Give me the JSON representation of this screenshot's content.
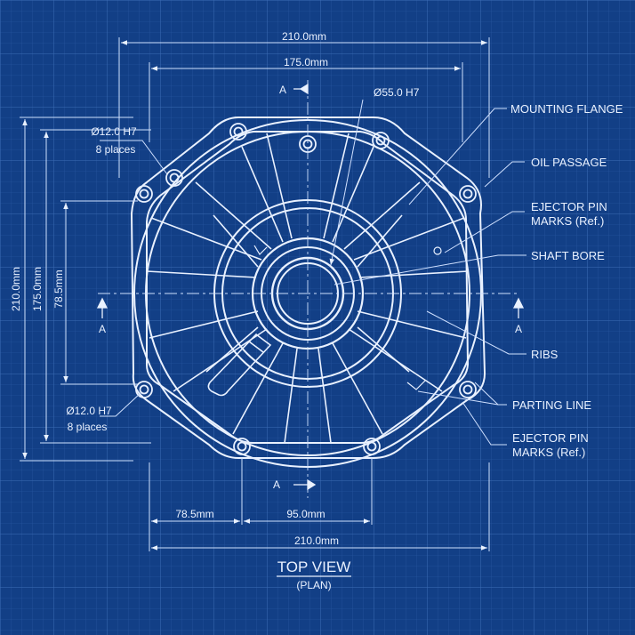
{
  "colors": {
    "background": "#123f86",
    "grid_minor": "#2a5aa3",
    "grid_major": "#3c6cb6",
    "line": "#e9f1ff",
    "dim_line": "#cfe0ff"
  },
  "dimensions": {
    "top_overall": "210.0mm",
    "top_inner": "175.0mm",
    "bore": "Ø55.0 H7",
    "left_overall": "210.0mm",
    "left_inner": "175.0mm",
    "left_small": "78.5mm",
    "bottom_left": "78.5mm",
    "bottom_right": "95.0mm",
    "bottom_overall": "210.0mm",
    "hole_callout_top": {
      "size": "Ø12.0 H7",
      "qty": "8 places"
    },
    "hole_callout_bottom": {
      "size": "Ø12.0 H7",
      "qty": "8 places"
    }
  },
  "section_markers": {
    "top": "A",
    "bottom": "A",
    "left": "A",
    "right": "A"
  },
  "callouts": {
    "mounting_flange": "MOUNTING FLANGE",
    "oil_passage": "OIL PASSAGE",
    "ejector_1_line1": "EJECTOR PIN",
    "ejector_1_line2": "MARKS (Ref.)",
    "shaft_bore": "SHAFT BORE",
    "ribs": "RIBS",
    "parting_line": "PARTING LINE",
    "ejector_2_line1": "EJECTOR PIN",
    "ejector_2_line2": "MARKS (Ref.)"
  },
  "view": {
    "title": "TOP VIEW",
    "subtitle": "(PLAN)"
  }
}
